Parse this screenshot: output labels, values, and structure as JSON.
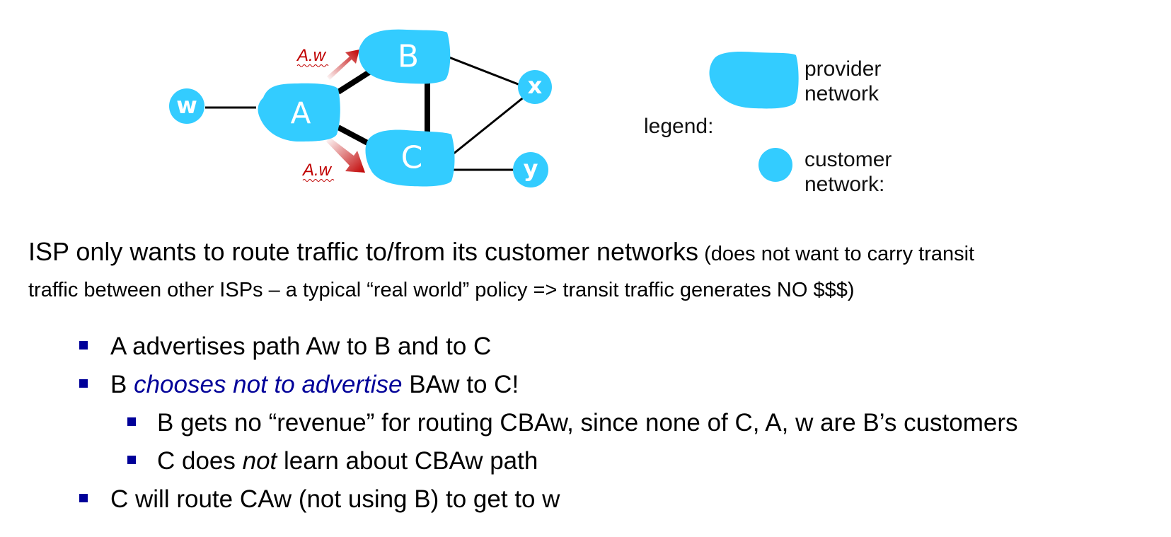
{
  "diagram": {
    "colors": {
      "network_fill": "#33ccff",
      "link": "#000000",
      "advert_arrow": "#c00000",
      "advert_label": "#c00000"
    },
    "nodes": {
      "w": "w",
      "A": "A",
      "B": "B",
      "C": "C",
      "x": "x",
      "y": "y"
    },
    "advertisements": [
      {
        "label": "A.w",
        "from": "A",
        "to": "B"
      },
      {
        "label": "A.w",
        "from": "A",
        "to": "C"
      }
    ],
    "links": [
      {
        "from": "w",
        "to": "A",
        "kind": "customer"
      },
      {
        "from": "A",
        "to": "B",
        "kind": "provider"
      },
      {
        "from": "A",
        "to": "C",
        "kind": "provider"
      },
      {
        "from": "B",
        "to": "C",
        "kind": "provider"
      },
      {
        "from": "B",
        "to": "x",
        "kind": "customer"
      },
      {
        "from": "C",
        "to": "x",
        "kind": "customer"
      },
      {
        "from": "C",
        "to": "y",
        "kind": "customer"
      }
    ]
  },
  "legend": {
    "title": "legend:",
    "provider_line1": "provider",
    "provider_line2": "network",
    "customer_line1": "customer",
    "customer_line2": "network:"
  },
  "intro": {
    "lead": "ISP only wants to route traffic to/from its customer networks",
    "aside_line1": " (does not want to carry transit",
    "aside_line2": "traffic between other ISPs – a typical “real world” policy => transit traffic generates NO $$$)"
  },
  "bullets": [
    {
      "level": 1,
      "text": "A advertises path Aw to B and to C"
    },
    {
      "level": 1,
      "prefix": "B ",
      "emphasis": "chooses not to advertise",
      "suffix": " BAw to C!"
    },
    {
      "level": 2,
      "text": "B gets no “revenue” for routing CBAw, since none of  C, A, w are B’s customers"
    },
    {
      "level": 2,
      "prefix": "C does ",
      "emphasis": "not",
      "suffix": " learn about CBAw path"
    },
    {
      "level": 1,
      "text": "C will route CAw (not using B) to get to w"
    }
  ]
}
